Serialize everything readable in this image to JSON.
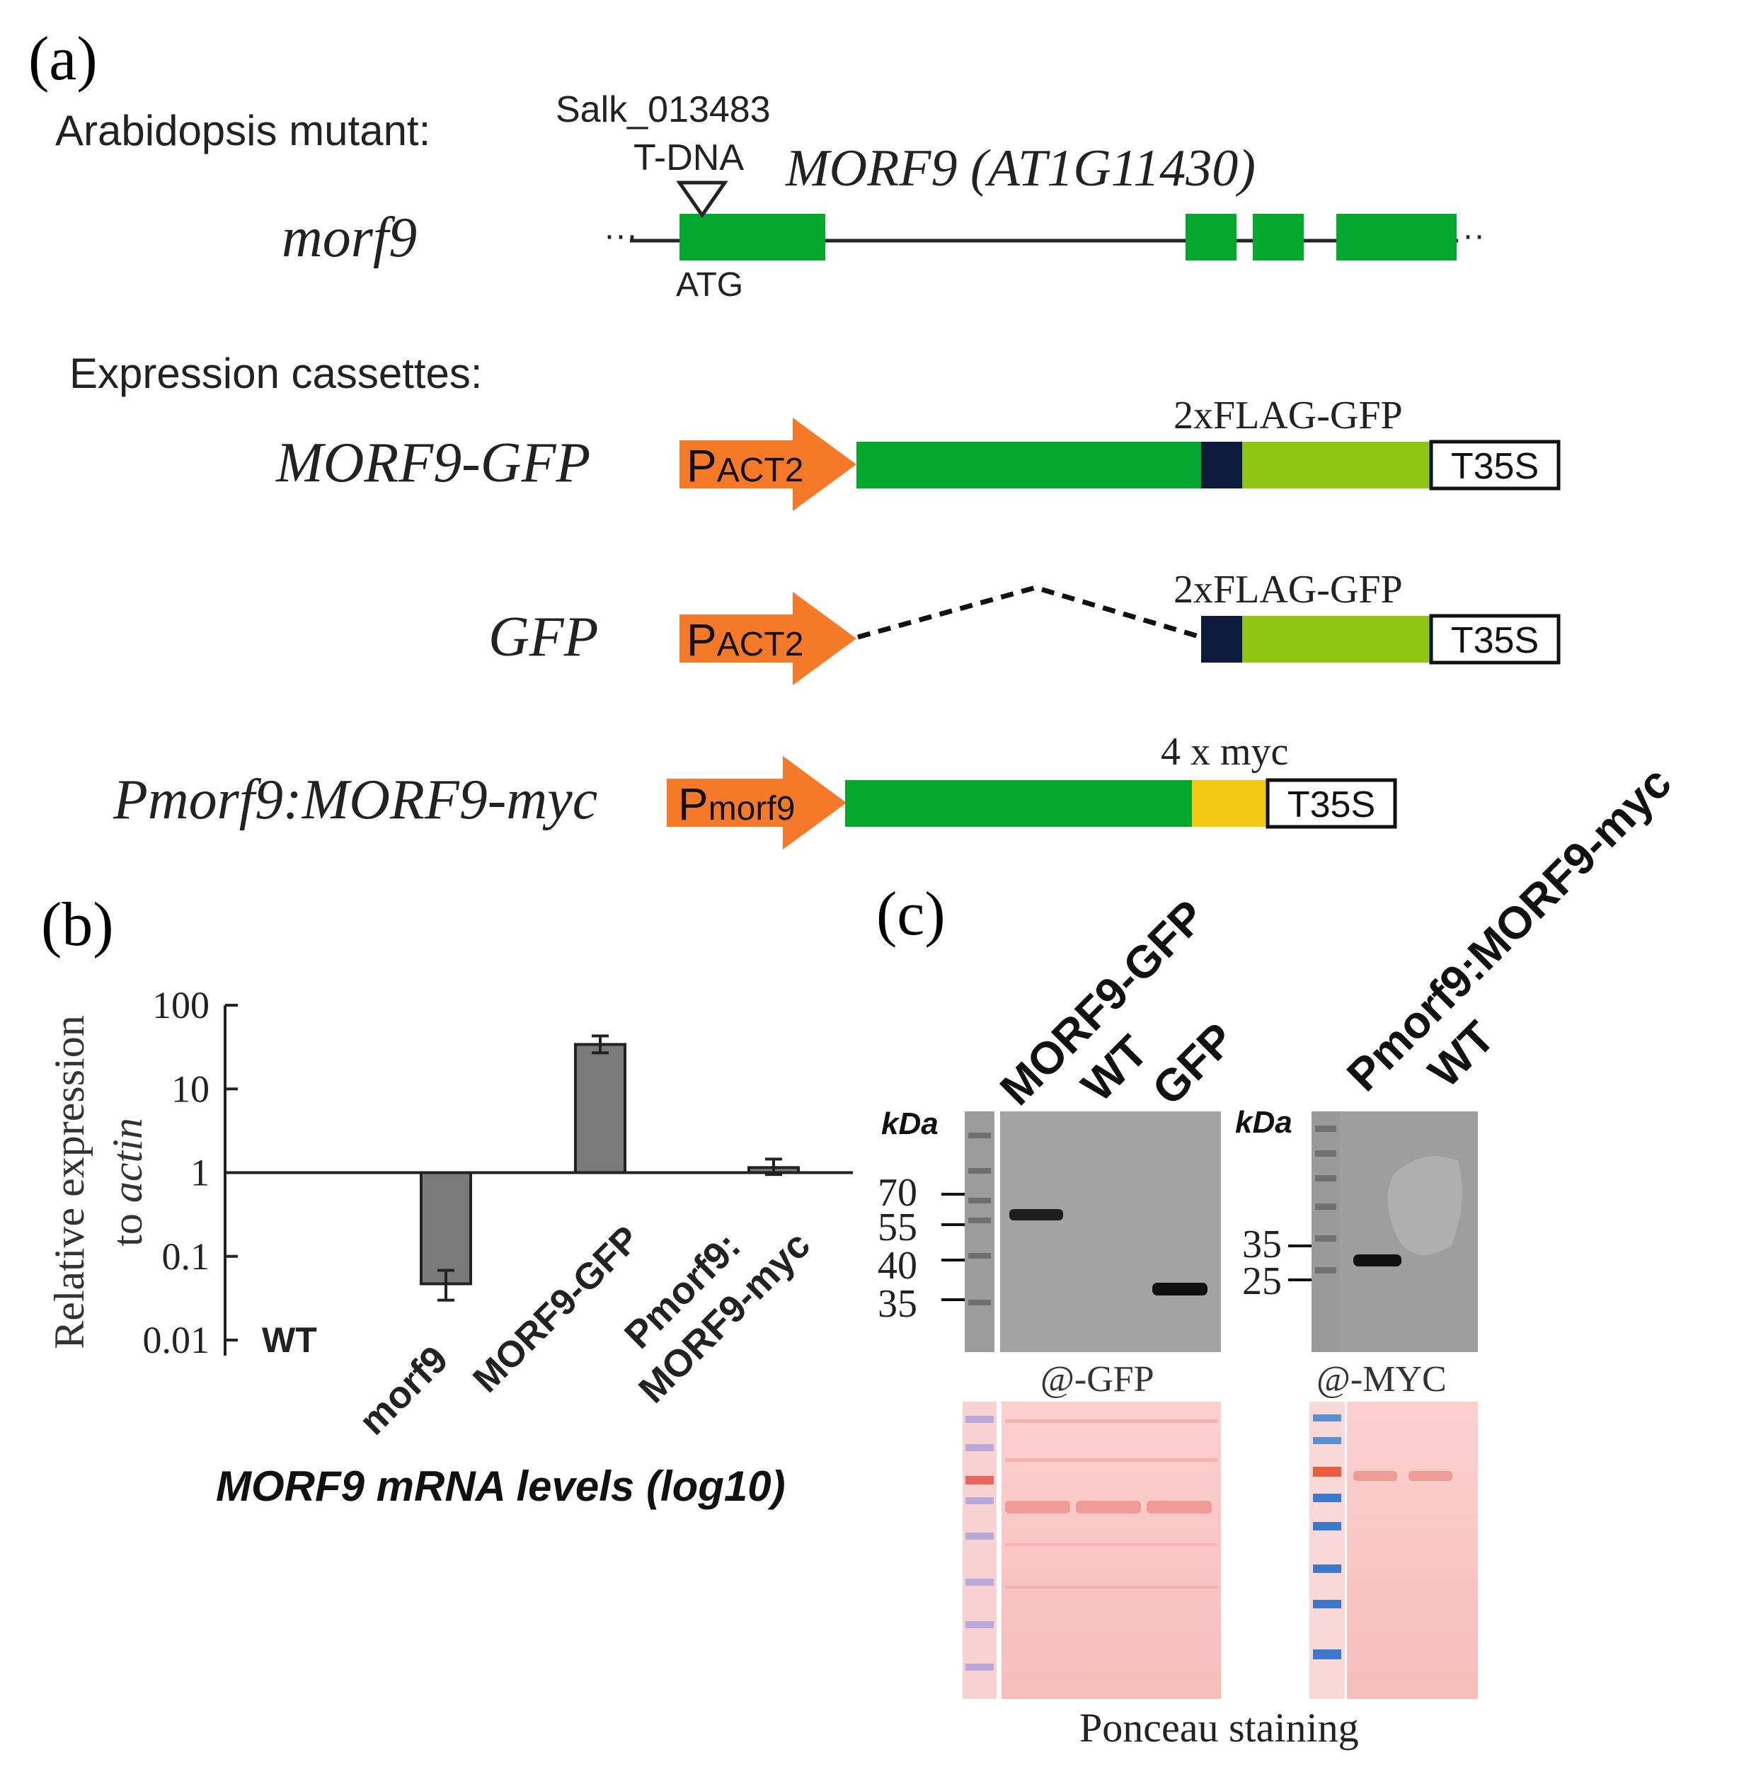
{
  "panel_a": {
    "label": "(a)",
    "mutant_heading": "Arabidopsis mutant:",
    "salk_id": "Salk_013483",
    "tdna_label": "T-DNA",
    "gene_name": "MORF9 (AT1G11430)",
    "mutant_name": "morf9",
    "atg_label": "ATG",
    "cassettes_heading": "Expression cassettes:",
    "cassettes": [
      {
        "name": "MORF9-GFP",
        "promoter_p": "P",
        "promoter_sub": "ACT2",
        "tag_label": "2xFLAG-GFP",
        "terminator": "T35S"
      },
      {
        "name": "GFP",
        "promoter_p": "P",
        "promoter_sub": "ACT2",
        "tag_label": "2xFLAG-GFP",
        "terminator": "T35S"
      },
      {
        "name": "Pmorf9:MORF9-myc",
        "promoter_p": "P",
        "promoter_sub": "morf9",
        "tag_label": "4 x myc",
        "terminator": "T35S"
      }
    ],
    "colors": {
      "exon": "#05a82e",
      "promoter": "#f47a2a",
      "flag": "#0c1a3c",
      "gfp": "#8ec615",
      "myc": "#f2c813"
    }
  },
  "panel_b": {
    "label": "(b)",
    "ylabel_line1": "Relative expression",
    "ylabel_line2_prefix": "to ",
    "ylabel_line2_italic": "actin",
    "xlabel": "MORF9 mRNA levels (log10)",
    "category_labels": [
      "WT",
      "morf9",
      "MORF9-GFP",
      "Pmorf9:",
      "MORF9-myc"
    ]
  },
  "chart_data": {
    "type": "bar",
    "categories": [
      "WT",
      "morf9",
      "MORF9-GFP",
      "Pmorf9:MORF9-myc"
    ],
    "values": [
      1,
      0.047,
      34,
      1.15
    ],
    "error_low": [
      1,
      0.03,
      27,
      0.95
    ],
    "error_high": [
      1,
      0.068,
      43,
      1.45
    ],
    "yscale": "log",
    "ylim": [
      0.01,
      100
    ],
    "yticks": [
      100,
      10,
      1,
      0.1,
      0.01
    ],
    "ytick_labels": [
      "100",
      "10",
      "1",
      "0.1",
      "0.01"
    ],
    "baseline": 1,
    "bar_color": "#7a7a7a",
    "xlabel": "MORF9 mRNA levels (log10)",
    "ylabel": "Relative expression to actin"
  },
  "panel_c": {
    "label": "(c)",
    "kda_label": "kDa",
    "gfp_blot": {
      "lanes": [
        "MORF9-GFP",
        "WT",
        "GFP"
      ],
      "markers": [
        "70",
        "55",
        "40",
        "35"
      ],
      "antibody": "@-GFP"
    },
    "myc_blot": {
      "lanes": [
        "Pmorf9:MORF9-myc",
        "WT"
      ],
      "markers": [
        "35",
        "25"
      ],
      "antibody": "@-MYC"
    },
    "ponceau_label": "Ponceau staining"
  }
}
